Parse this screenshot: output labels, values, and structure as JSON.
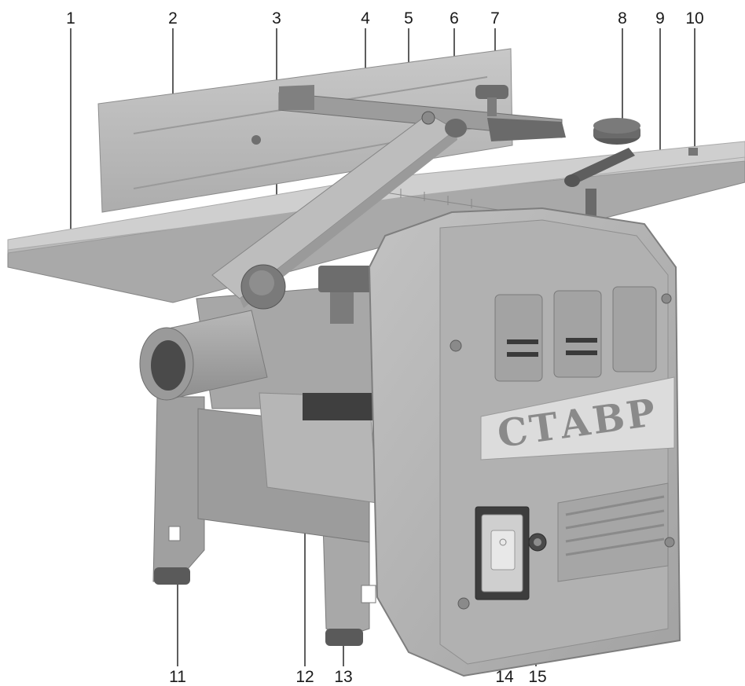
{
  "brand_plate": "СТАВР",
  "callouts": [
    {
      "number": "1"
    },
    {
      "number": "2"
    },
    {
      "number": "3"
    },
    {
      "number": "4"
    },
    {
      "number": "5"
    },
    {
      "number": "6"
    },
    {
      "number": "7"
    },
    {
      "number": "8"
    },
    {
      "number": "9"
    },
    {
      "number": "10"
    },
    {
      "number": "11"
    },
    {
      "number": "12"
    },
    {
      "number": "13"
    },
    {
      "number": "14"
    },
    {
      "number": "15"
    }
  ],
  "colors": {
    "metal_light": "#c9c9c9",
    "metal_mid": "#a9a9a9",
    "metal_dark": "#7e7e7e",
    "housing": "#b4b4b4",
    "knob": "#6f6f6f",
    "rubber": "#555555",
    "line": "#1a1a1a"
  }
}
